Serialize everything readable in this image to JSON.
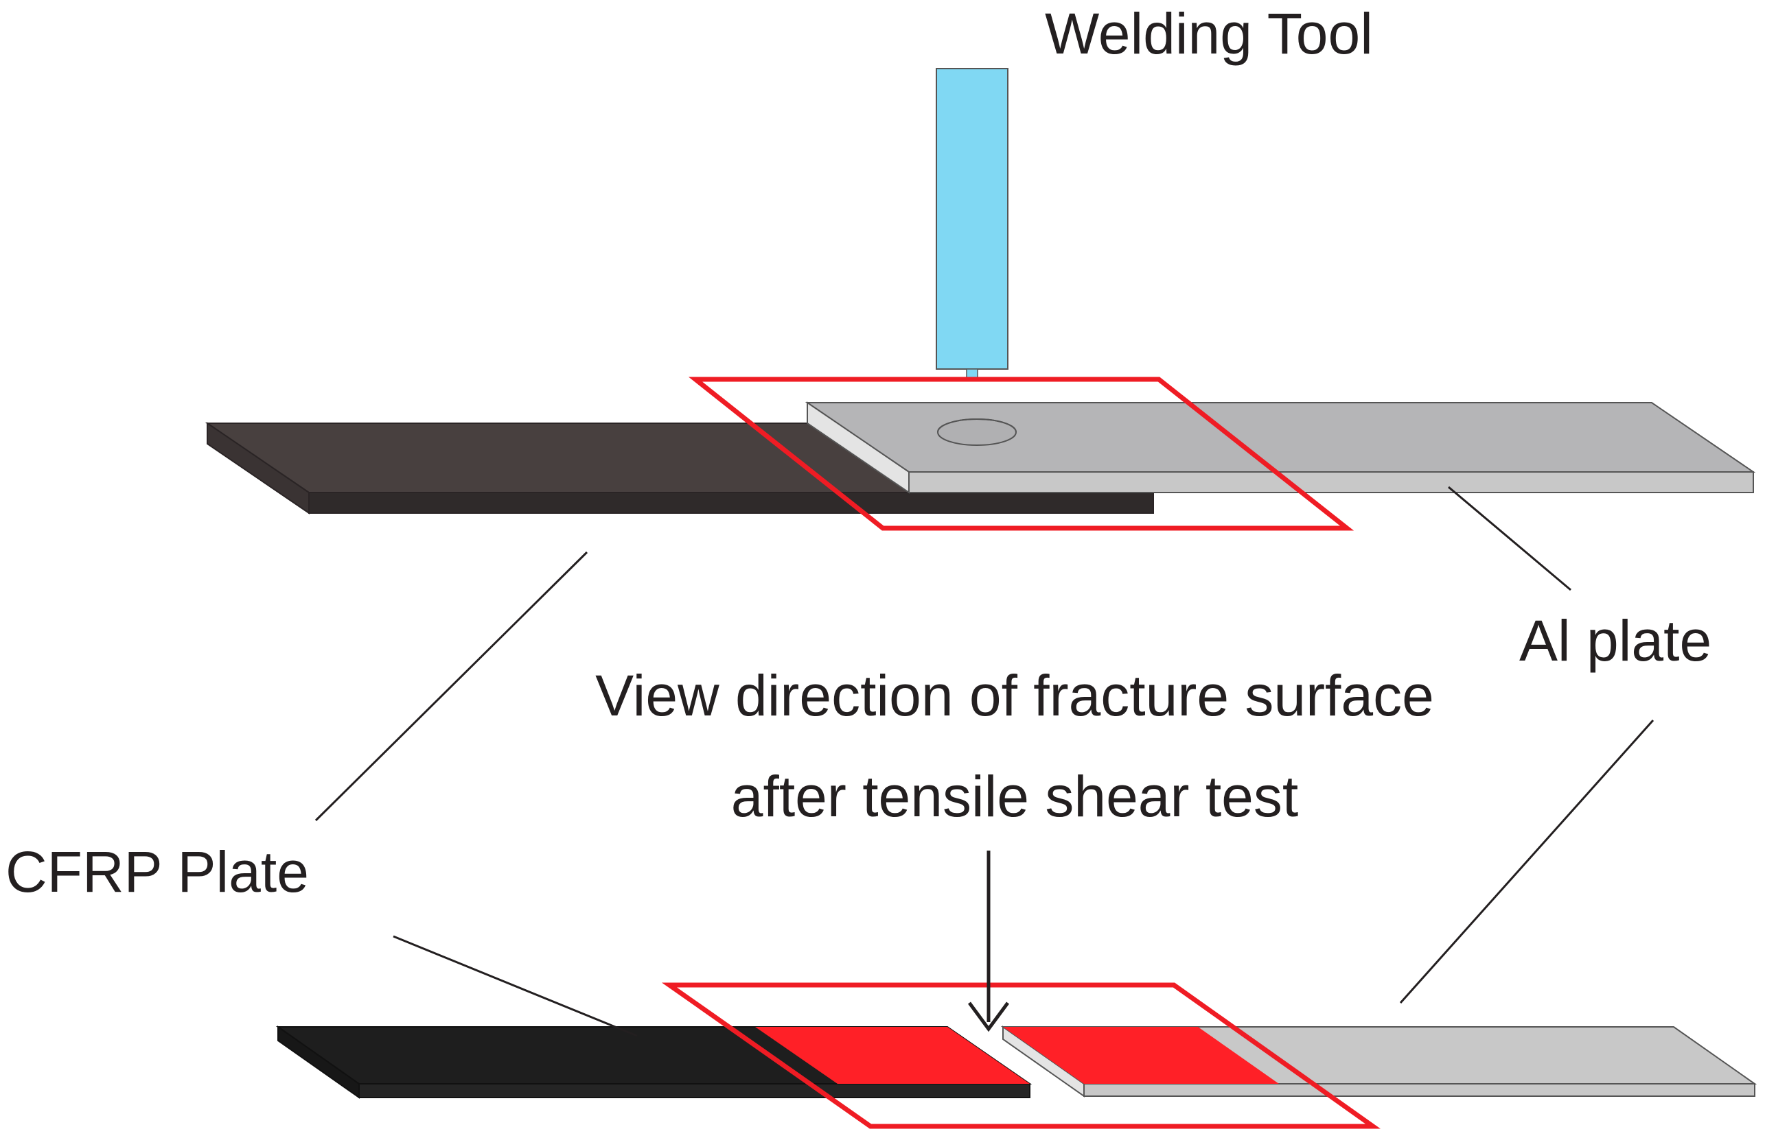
{
  "labels": {
    "welding_tool": "Welding Tool",
    "al_plate": "Al plate",
    "cfrp_plate": "CFRP Plate",
    "view_direction_line1": "View direction of fracture surface",
    "view_direction_line2": "after tensile shear test"
  },
  "colors": {
    "cfrp_top": "#48403f",
    "cfrp_front": "#2f2a2a",
    "cfrp_bottom_top": "#1e1e1e",
    "al_top": "#b5b5b7",
    "al_front": "#c8c8c8",
    "al_side": "#e4e4e4",
    "tool": "#80d8f3",
    "highlight_frame": "#ef1c24",
    "fracture_area": "#ff2027",
    "leader_line": "#231f20"
  }
}
